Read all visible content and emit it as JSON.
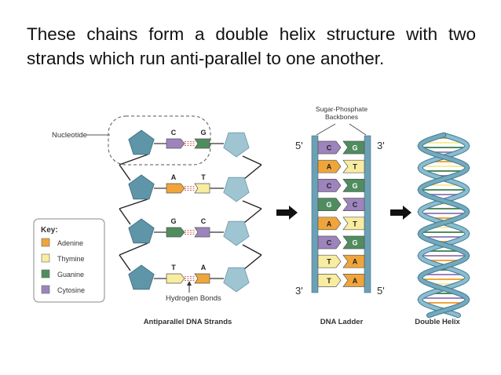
{
  "heading": "These chains form a double helix structure with two strands which run anti-parallel to one another.",
  "labels": {
    "nucleotide": "Nucleotide",
    "hydrogen_bonds": "Hydrogen Bonds",
    "backbones_line1": "Sugar-Phosphate",
    "backbones_line2": "Backbones",
    "antiparallel": "Antiparallel DNA Strands",
    "ladder": "DNA Ladder",
    "helix": "Double Helix",
    "five_prime": "5'",
    "three_prime": "3'"
  },
  "key": {
    "title": "Key:",
    "items": [
      {
        "name": "Adenine",
        "color": "#f0a53a"
      },
      {
        "name": "Thymine",
        "color": "#f8eca0"
      },
      {
        "name": "Guanine",
        "color": "#4f8d5e"
      },
      {
        "name": "Cytosine",
        "color": "#9d84bd"
      }
    ]
  },
  "strand_pairs": [
    {
      "left": "C",
      "right": "G"
    },
    {
      "left": "A",
      "right": "T"
    },
    {
      "left": "G",
      "right": "C"
    },
    {
      "left": "T",
      "right": "A"
    }
  ],
  "ladder_pairs": [
    {
      "left": "C",
      "right": "G"
    },
    {
      "left": "A",
      "right": "T"
    },
    {
      "left": "C",
      "right": "G"
    },
    {
      "left": "G",
      "right": "C"
    },
    {
      "left": "A",
      "right": "T"
    },
    {
      "left": "C",
      "right": "G"
    },
    {
      "left": "T",
      "right": "A"
    },
    {
      "left": "T",
      "right": "A"
    }
  ],
  "colors": {
    "sugar_dark": "#5e95a8",
    "sugar_light": "#9fc4d2",
    "backbone": "#6ca0b5",
    "hbond": "#c0392b",
    "A": "#f0a53a",
    "T": "#f8eca0",
    "G": "#4f8d5e",
    "C": "#9d84bd",
    "text_heading": "#111111",
    "arrow": "#111111"
  }
}
